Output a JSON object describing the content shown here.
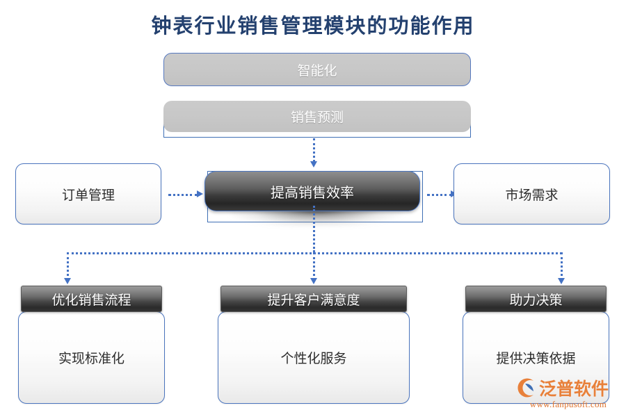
{
  "page": {
    "title": "钟表行业销售管理模块的功能作用",
    "accent_blue": "#4472c4",
    "border_blue": "#4a74bd",
    "title_color": "#24416f",
    "grey_bar": "#c7c7c7",
    "dark_pill": "#2b2b2b",
    "watermark_orange": "#e8803a",
    "background": "#ffffff"
  },
  "top_stack": {
    "items": [
      {
        "label": "智能化",
        "style": "grey-bar-bordered"
      },
      {
        "label": "销售预测",
        "style": "grey-bar-on-white-frame"
      }
    ]
  },
  "middle_row": {
    "left": {
      "label": "订单管理",
      "style": "card-light"
    },
    "center": {
      "label": "提高销售效率",
      "style": "pill-dark"
    },
    "right": {
      "label": "市场需求",
      "style": "card-light"
    }
  },
  "bottom_row": {
    "items": [
      {
        "header": "优化销售流程",
        "body": "实现标准化"
      },
      {
        "header": "提升客户满意度",
        "body": "个性化服务"
      },
      {
        "header": "助力决策",
        "body": "提供决策依据"
      }
    ]
  },
  "connectors": {
    "description": "dotted blue arrows",
    "items": [
      {
        "from": "销售预测",
        "to": "提高销售效率",
        "direction": "down"
      },
      {
        "from": "订单管理",
        "to": "提高销售效率",
        "direction": "right"
      },
      {
        "from": "提高销售效率",
        "to": "市场需求",
        "direction": "right"
      },
      {
        "from": "提高销售效率",
        "to": "优化销售流程",
        "direction": "down"
      },
      {
        "from": "提高销售效率",
        "to": "提升客户满意度",
        "direction": "down"
      },
      {
        "from": "提高销售效率",
        "to": "助力决策",
        "direction": "down"
      }
    ]
  },
  "watermark": {
    "brand": "泛普软件",
    "url": "www.fanpusoft.com"
  }
}
